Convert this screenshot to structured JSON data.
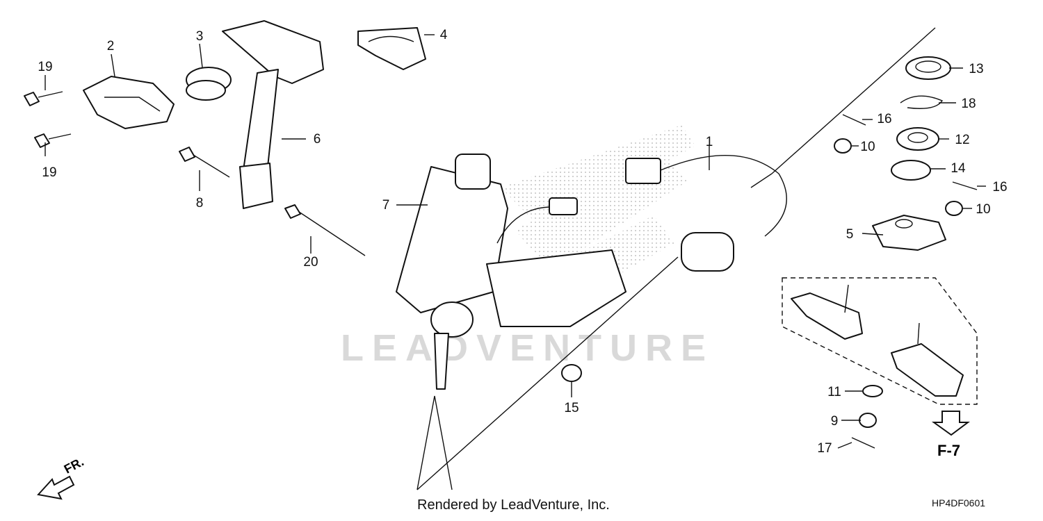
{
  "diagram": {
    "credit": "Rendered by LeadVenture, Inc.",
    "diagram_code": "HP4DF0601",
    "watermark": "LEADVENTURE",
    "direction_label": "FR.",
    "reference_label": "F-7",
    "callouts": [
      {
        "id": "c1",
        "label": "1"
      },
      {
        "id": "c2",
        "label": "2"
      },
      {
        "id": "c3",
        "label": "3"
      },
      {
        "id": "c4",
        "label": "4"
      },
      {
        "id": "c5",
        "label": "5"
      },
      {
        "id": "c6",
        "label": "6"
      },
      {
        "id": "c7",
        "label": "7"
      },
      {
        "id": "c8",
        "label": "8"
      },
      {
        "id": "c9",
        "label": "9"
      },
      {
        "id": "c10a",
        "label": "10"
      },
      {
        "id": "c10b",
        "label": "10"
      },
      {
        "id": "c11",
        "label": "11"
      },
      {
        "id": "c12",
        "label": "12"
      },
      {
        "id": "c13",
        "label": "13"
      },
      {
        "id": "c14",
        "label": "14"
      },
      {
        "id": "c15",
        "label": "15"
      },
      {
        "id": "c16a",
        "label": "16"
      },
      {
        "id": "c16b",
        "label": "16"
      },
      {
        "id": "c17",
        "label": "17"
      },
      {
        "id": "c18",
        "label": "18"
      },
      {
        "id": "c19a",
        "label": "19"
      },
      {
        "id": "c19b",
        "label": "19"
      },
      {
        "id": "c20",
        "label": "20"
      }
    ]
  }
}
